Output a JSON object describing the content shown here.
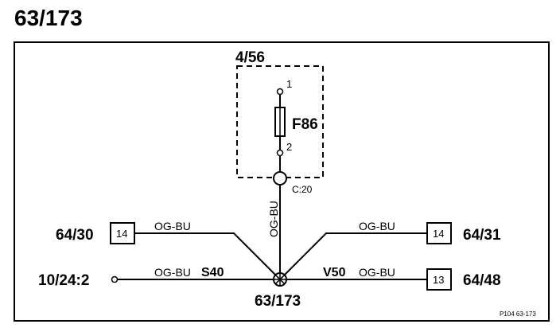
{
  "page_title": "63/173",
  "fuse_box": {
    "label": "4/56",
    "fuse": "F86",
    "pin_top": "1",
    "pin_bottom": "2"
  },
  "connector_c20": "C:20",
  "vertical_wire": "OG-BU",
  "splice_label": "63/173",
  "left_top": {
    "ref": "64/30",
    "pin": "14",
    "wire": "OG-BU"
  },
  "left_bottom": {
    "ref": "10/24:2",
    "wire": "OG-BU",
    "code": "S40"
  },
  "right_top": {
    "ref": "64/31",
    "pin": "14",
    "wire": "OG-BU"
  },
  "right_bottom": {
    "ref": "64/48",
    "pin": "13",
    "wire": "OG-BU",
    "code": "V50"
  },
  "footer_code": "P104  63-173"
}
